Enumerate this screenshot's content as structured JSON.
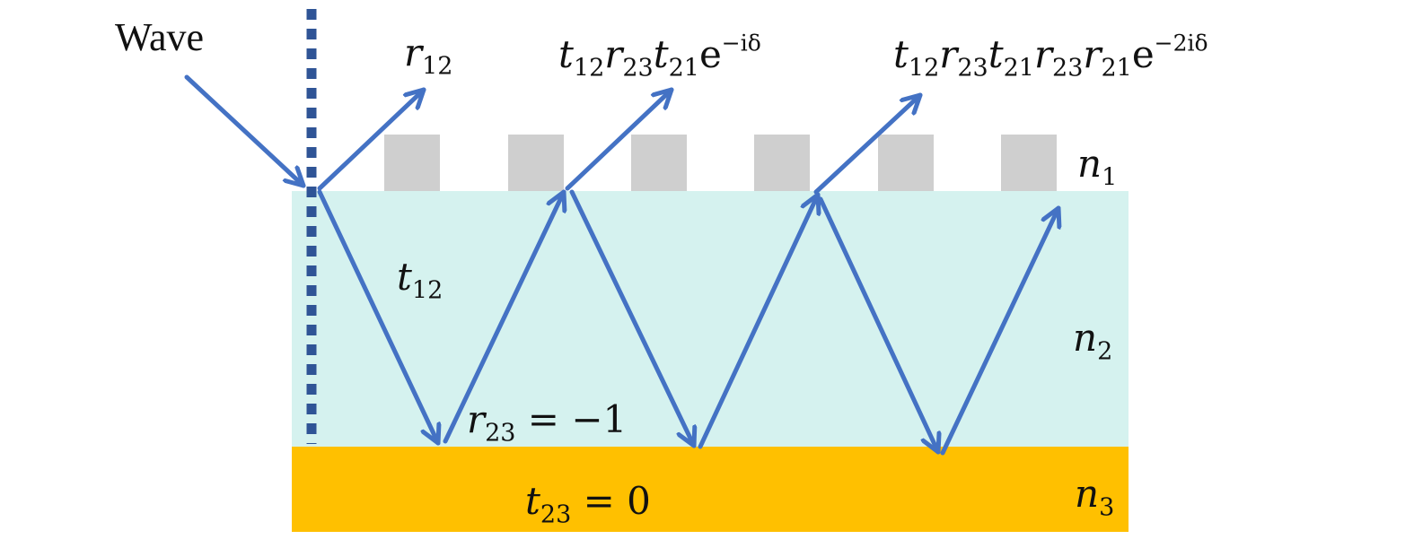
{
  "colors": {
    "layer_n2": "#d5f2ef",
    "layer_n3": "#ffc000",
    "grating": "#cfcfcf",
    "arrow": "#4472c4",
    "normal_line": "#2f5496"
  },
  "labels": {
    "wave": "Wave",
    "r12": {
      "base": "r",
      "sub": "12"
    },
    "ray2": [
      {
        "base": "t",
        "sub": "12"
      },
      {
        "base": "r",
        "sub": "23"
      },
      {
        "base": "t",
        "sub": "21"
      },
      {
        "base": "e",
        "sup": "−iδ"
      }
    ],
    "ray3": [
      {
        "base": "t",
        "sub": "12"
      },
      {
        "base": "r",
        "sub": "23"
      },
      {
        "base": "t",
        "sub": "21"
      },
      {
        "base": "r",
        "sub": "23"
      },
      {
        "base": "r",
        "sub": "21"
      },
      {
        "base": "e",
        "sup": "−2iδ"
      }
    ],
    "t12": {
      "base": "t",
      "sub": "12"
    },
    "r23_eq": {
      "base": "r",
      "sub": "23",
      "rest": " = −1"
    },
    "t23_eq": {
      "base": "t",
      "sub": "23",
      "rest": " = 0"
    },
    "n1": {
      "base": "n",
      "sub": "1"
    },
    "n2": {
      "base": "n",
      "sub": "2"
    },
    "n3": {
      "base": "n",
      "sub": "3"
    }
  }
}
